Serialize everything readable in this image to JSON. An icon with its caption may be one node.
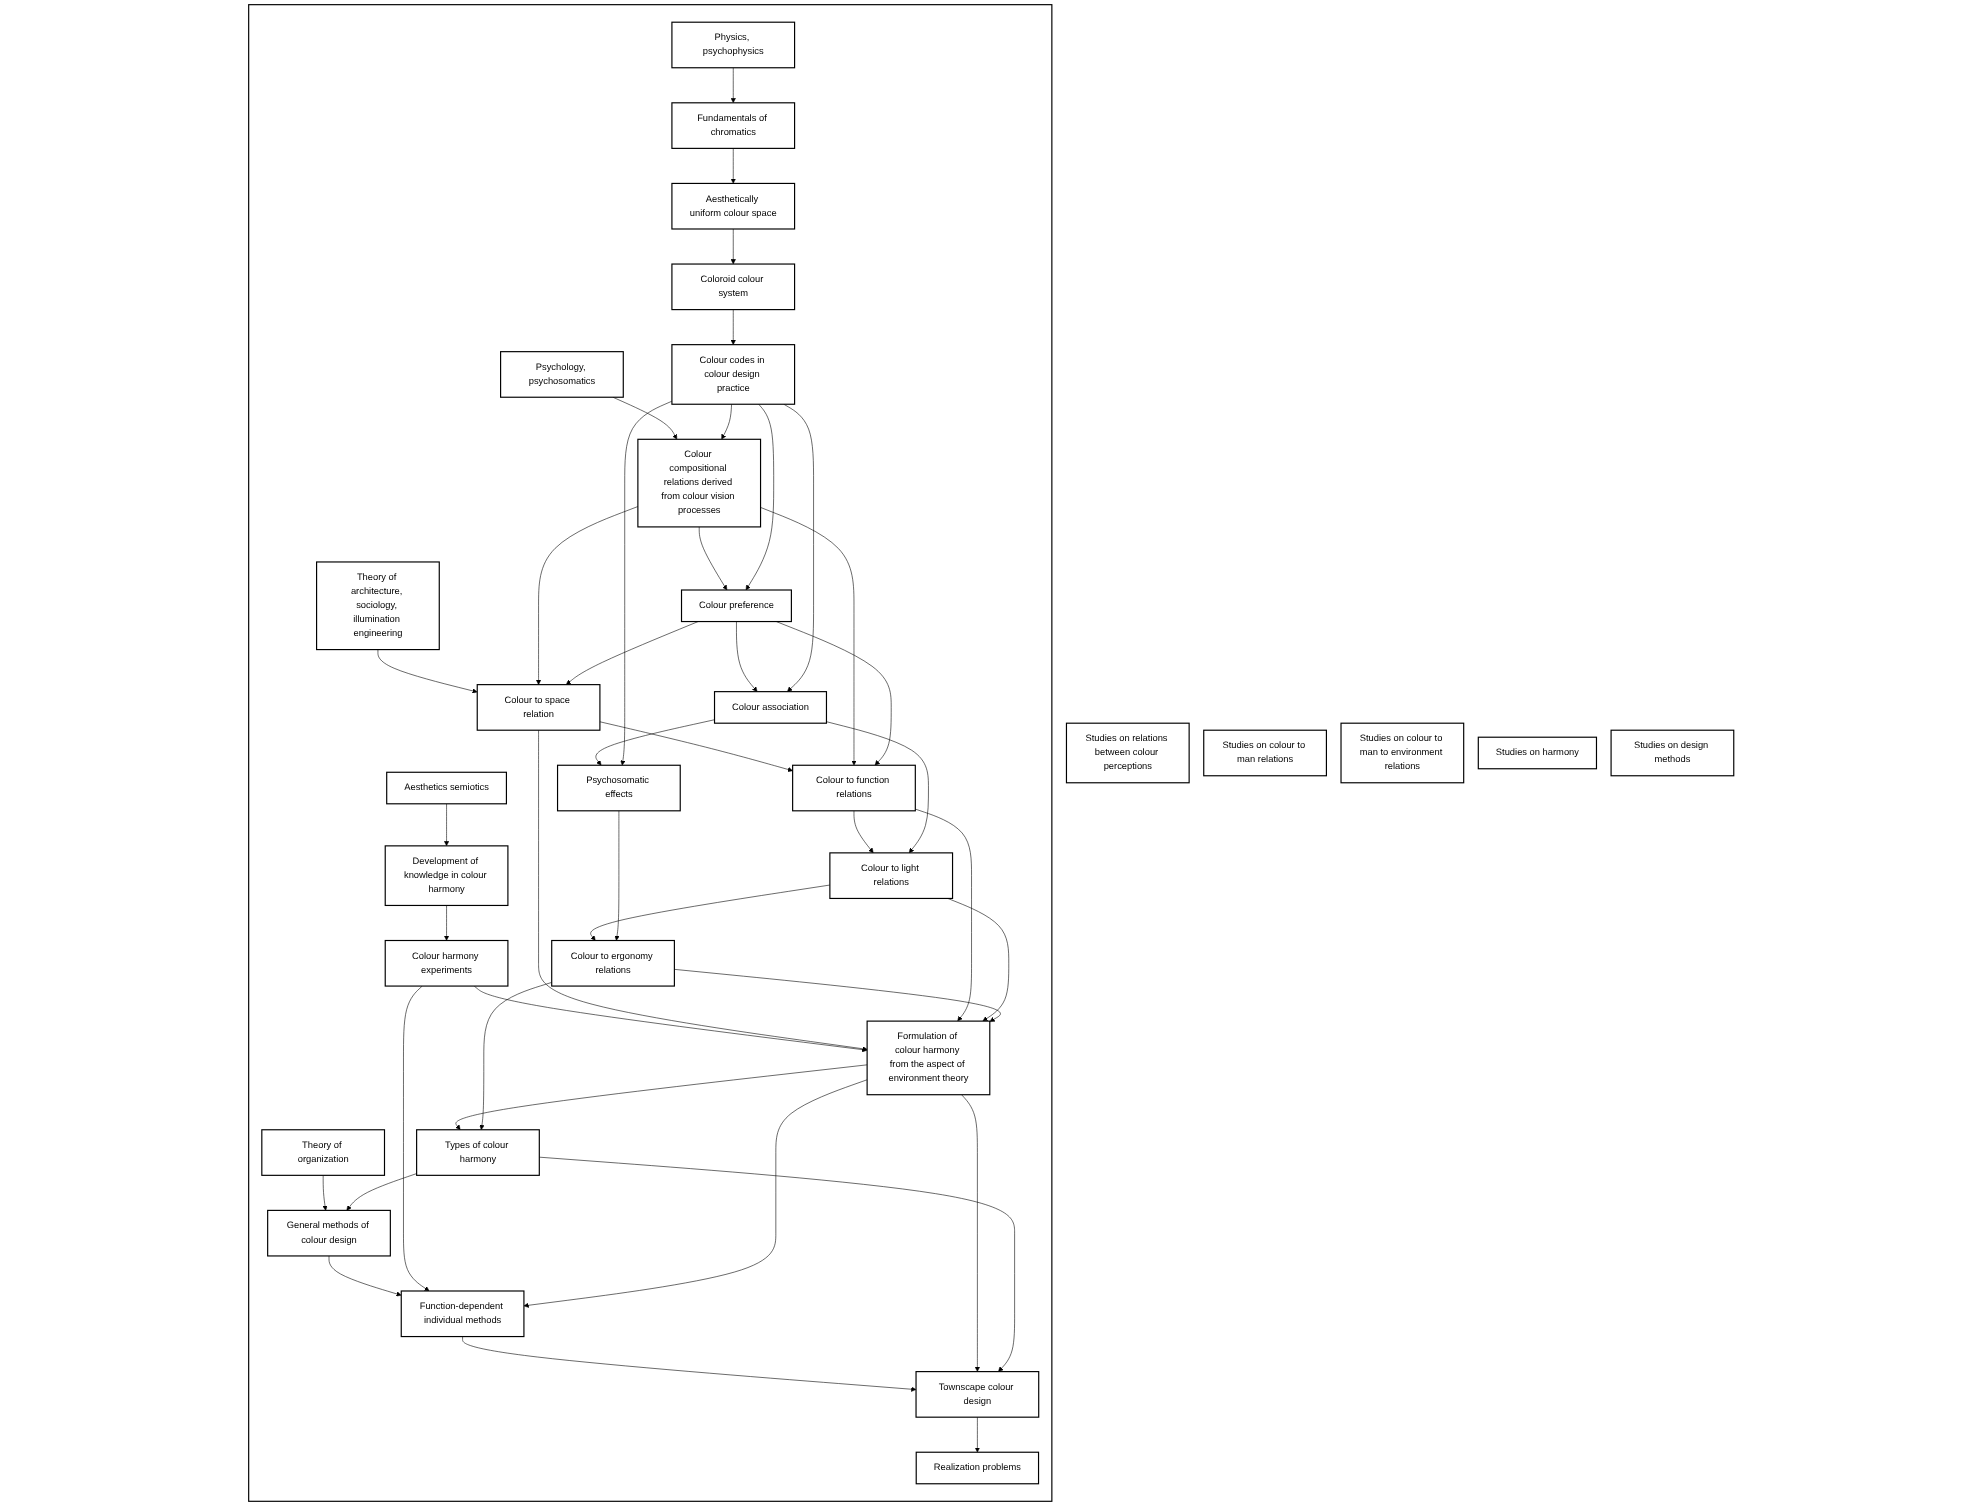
{
  "diagram": {
    "nodes": [
      {
        "text": [
          "Studies on relations between colour perceptions"
        ]
      },
      {
        "text": [
          "Studies on colour to man relations"
        ]
      },
      {
        "text": [
          "Studies on colour to man to environment relations"
        ]
      },
      {
        "text": [
          "Studies on harmony"
        ]
      },
      {
        "text": [
          "Studies on design methods"
        ]
      },
      {
        "text": [],
        "shape": "box"
      },
      {
        "text": [
          "Physics, psychophysics"
        ],
        "in": 5
      },
      {
        "text": [
          "Psychology, psychosomatics"
        ],
        "in": 5
      },
      {
        "text": [
          "Theory of architecture, sociology, illumination engineering"
        ],
        "in": 5
      },
      {
        "text": [
          "Aesthetics semiotics"
        ],
        "in": 5
      },
      {
        "text": [
          "Theory of organization"
        ],
        "in": 5
      },
      {
        "text": [
          "Fundamentals of chromatics"
        ],
        "in": 5
      },
      {
        "text": [
          "Colour compositional relations derived from colour vision processes"
        ],
        "in": 5
      },
      {
        "text": [
          "Colour to space relation"
        ],
        "in": 5
      },
      {
        "text": [
          "Development of knowledge in colour harmony"
        ],
        "in": 5
      },
      {
        "text": [
          "General methods of colour design"
        ],
        "in": 5
      },
      {
        "text": [
          "Aesthetically uniform colour space"
        ],
        "in": 5
      },
      {
        "text": [
          "Colour preference"
        ],
        "in": 5
      },
      {
        "text": [
          "Colour to function relations"
        ],
        "in": 5
      },
      {
        "text": [
          "Colour harmony experiments"
        ],
        "in": 5
      },
      {
        "text": [
          "Function-dependent individual methods"
        ],
        "in": 5
      },
      {
        "text": [
          "Coloroid colour system"
        ],
        "in": 5
      },
      {
        "text": [
          "Colour association"
        ],
        "in": 5
      },
      {
        "text": [
          "Colour to light relations"
        ],
        "in": 5
      },
      {
        "text": [
          "Formulation of colour harmony from the aspect of environment theory"
        ],
        "in": 5
      },
      {
        "text": [
          "Townscape colour design"
        ],
        "in": 5
      },
      {
        "text": [
          "Colour codes in colour design practice"
        ],
        "in": 5
      },
      {
        "text": [
          "Psychosomatic effects"
        ],
        "in": 5
      },
      {
        "text": [
          "Colour to ergonomy relations"
        ],
        "in": 5
      },
      {
        "text": [
          "Types of colour harmony"
        ],
        "in": 5
      },
      {
        "text": [
          "Realization problems"
        ],
        "in": 5
      }
    ],
    "edges": [
      {
        "from": 6,
        "to": 11,
        "arrow": "to"
      },
      {
        "from": 11,
        "to": 16,
        "arrow": "to"
      },
      {
        "from": 16,
        "to": 21,
        "arrow": "to"
      },
      {
        "from": 21,
        "to": 26,
        "arrow": "to"
      },
      {
        "from": 7,
        "to": 12,
        "arrow": "to"
      },
      {
        "from": 12,
        "to": 17,
        "arrow": "to"
      },
      {
        "from": 17,
        "to": 22,
        "arrow": "to"
      },
      {
        "from": 22,
        "to": 27,
        "arrow": "to"
      },
      {
        "from": 8,
        "to": 13,
        "arrow": "to"
      },
      {
        "from": 13,
        "to": 18,
        "arrow": "to"
      },
      {
        "from": 18,
        "to": 23,
        "arrow": "to"
      },
      {
        "from": 23,
        "to": 28,
        "arrow": "to"
      },
      {
        "from": 9,
        "to": 14,
        "arrow": "to"
      },
      {
        "from": 14,
        "to": 19,
        "arrow": "to"
      },
      {
        "from": 19,
        "to": 24,
        "arrow": "to"
      },
      {
        "from": 24,
        "to": 29,
        "arrow": "to"
      },
      {
        "from": 10,
        "to": 15,
        "arrow": "to"
      },
      {
        "from": 15,
        "to": 20,
        "arrow": "to"
      },
      {
        "from": 20,
        "to": 25,
        "arrow": "to"
      },
      {
        "from": 25,
        "to": 30,
        "arrow": "to"
      },
      {
        "from": 26,
        "to": 12,
        "arrow": "to"
      },
      {
        "from": 26,
        "to": 17,
        "arrow": "to"
      },
      {
        "from": 26,
        "to": 22,
        "arrow": "to"
      },
      {
        "from": 26,
        "to": 27,
        "arrow": "to"
      },
      {
        "from": 12,
        "to": 13,
        "arrow": "to"
      },
      {
        "from": 12,
        "to": 18,
        "arrow": "to"
      },
      {
        "from": 17,
        "to": 13,
        "arrow": "to"
      },
      {
        "from": 17,
        "to": 18,
        "arrow": "to"
      },
      {
        "from": 22,
        "to": 23,
        "arrow": "to"
      },
      {
        "from": 27,
        "to": 28,
        "arrow": "to"
      },
      {
        "from": 13,
        "to": 24,
        "arrow": "to"
      },
      {
        "from": 18,
        "to": 24,
        "arrow": "to"
      },
      {
        "from": 23,
        "to": 24,
        "arrow": "to"
      },
      {
        "from": 28,
        "to": 24,
        "arrow": "to"
      },
      {
        "from": 28,
        "to": 29,
        "arrow": "to"
      },
      {
        "from": 19,
        "to": 20,
        "arrow": "to"
      },
      {
        "from": 24,
        "to": 20,
        "arrow": "to"
      },
      {
        "from": 24,
        "to": 25,
        "arrow": "to"
      },
      {
        "from": 29,
        "to": 15,
        "arrow": "to"
      },
      {
        "from": 29,
        "to": 25,
        "arrow": "to"
      }
    ]
  }
}
